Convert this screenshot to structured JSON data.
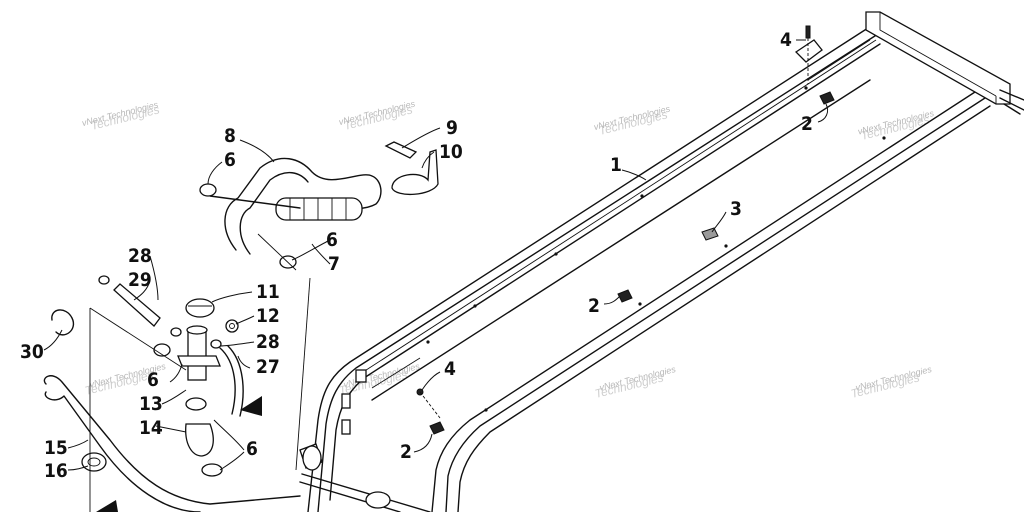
{
  "watermark": {
    "line1": "vNext Technologies",
    "line2": "Technologies"
  },
  "callouts": [
    {
      "id": "c1",
      "label": "1"
    },
    {
      "id": "c2a",
      "label": "2"
    },
    {
      "id": "c2b",
      "label": "2"
    },
    {
      "id": "c2c",
      "label": "2"
    },
    {
      "id": "c3",
      "label": "3"
    },
    {
      "id": "c4a",
      "label": "4"
    },
    {
      "id": "c4b",
      "label": "4"
    },
    {
      "id": "c6a",
      "label": "6"
    },
    {
      "id": "c6b",
      "label": "6"
    },
    {
      "id": "c6c",
      "label": "6"
    },
    {
      "id": "c6d",
      "label": "6"
    },
    {
      "id": "c7",
      "label": "7"
    },
    {
      "id": "c8",
      "label": "8"
    },
    {
      "id": "c9",
      "label": "9"
    },
    {
      "id": "c10",
      "label": "10"
    },
    {
      "id": "c11",
      "label": "11"
    },
    {
      "id": "c12",
      "label": "12"
    },
    {
      "id": "c13",
      "label": "13"
    },
    {
      "id": "c14",
      "label": "14"
    },
    {
      "id": "c15",
      "label": "15"
    },
    {
      "id": "c16",
      "label": "16"
    },
    {
      "id": "c27",
      "label": "27"
    },
    {
      "id": "c28a",
      "label": "28"
    },
    {
      "id": "c28b",
      "label": "28"
    },
    {
      "id": "c29",
      "label": "29"
    },
    {
      "id": "c30",
      "label": "30"
    }
  ]
}
